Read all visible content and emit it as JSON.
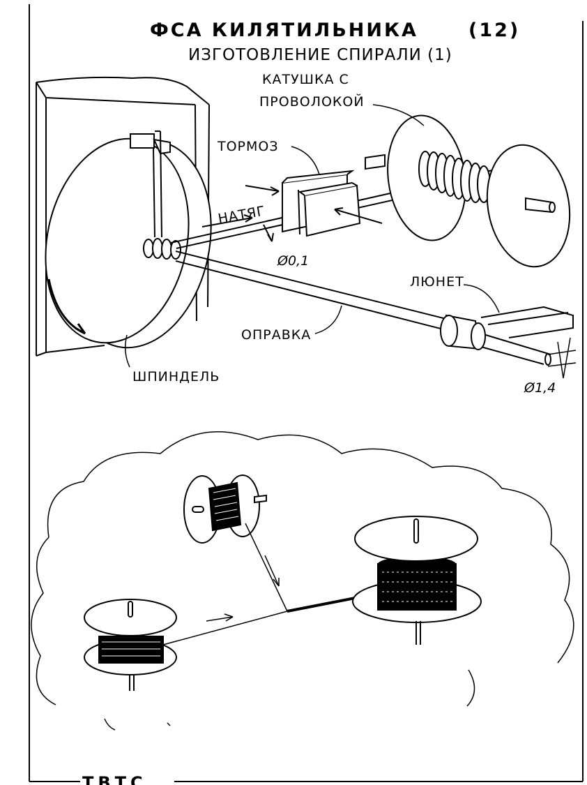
{
  "header": {
    "title": "ФСА КИЛЯТИЛЬНИКА",
    "title_number": "(12)",
    "subtitle": "ИЗГОТОВЛЕНИЕ СПИРАЛИ (1)"
  },
  "labels": {
    "spool_line1": "КАТУШКА С",
    "spool_line2": "ПРОВОЛОКОЙ",
    "brake": "ТОРМОЗ",
    "tension": "НАТЯГ",
    "wire_diameter": "Ø0,1",
    "steady_rest": "ЛЮНЕТ",
    "mandrel": "ОПРАВКА",
    "spindle": "ШПИНДЕЛЬ",
    "mandrel_diameter": "Ø1,4"
  },
  "footer": {
    "text": "ТВТС"
  },
  "colors": {
    "ink": "#000000",
    "paper": "#ffffff"
  }
}
